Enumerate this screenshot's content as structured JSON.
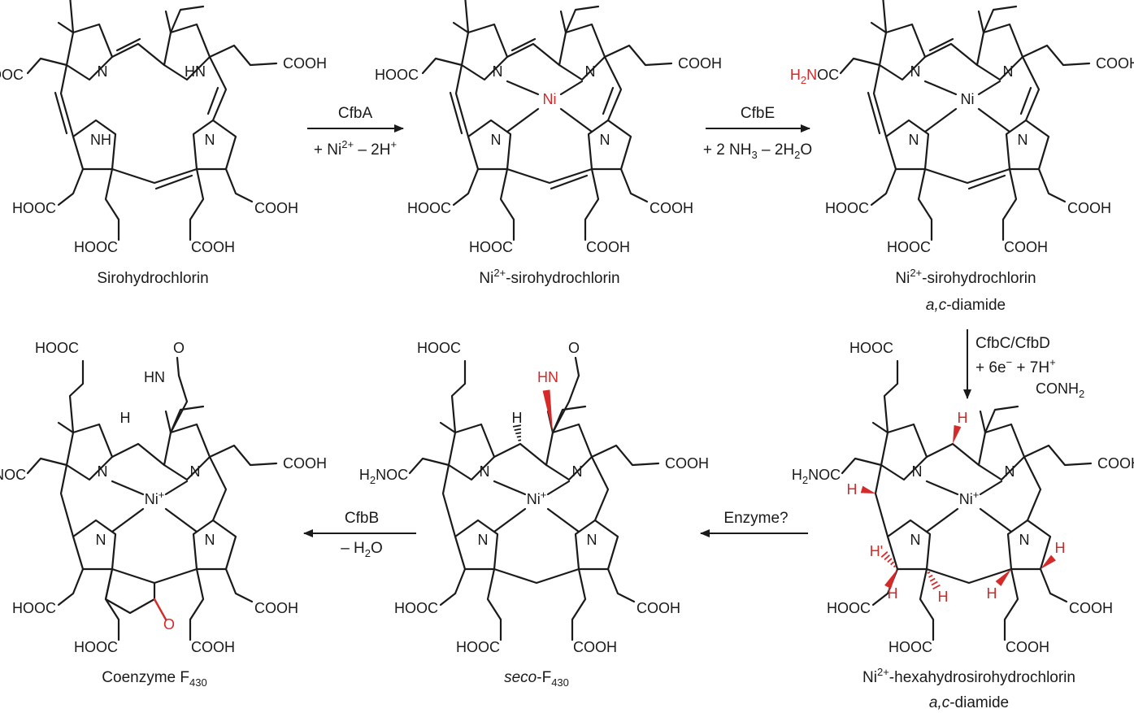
{
  "molecules": [
    {
      "name": "Sirohydrochlorin",
      "metal": "",
      "name_line2": ""
    },
    {
      "name_pre": "Ni",
      "name_sup": "2+",
      "name_post": "-sirohydrochlorin",
      "metal": "Ni",
      "name_line2": ""
    },
    {
      "name_pre": "Ni",
      "name_sup": "2+",
      "name_post": "-sirohydrochlorin",
      "metal": "Ni",
      "name_line2_italic": "a,c",
      "name_line2_post": "-diamide"
    },
    {
      "name_pre": "Ni",
      "name_sup": "2+",
      "name_post": "-hexahydrosirohydrochlorin",
      "metal_pre": "Ni",
      "metal_sup": "+",
      "name_line2_italic": "a,c",
      "name_line2_post": "-diamide"
    },
    {
      "name_italic": "seco",
      "name_pre": "-F",
      "name_sub": "430",
      "metal_pre": "Ni",
      "metal_sup": "+"
    },
    {
      "name_pre": "Coenzyme  F",
      "name_sub": "430",
      "metal_pre": "Ni",
      "metal_sup": "+"
    }
  ],
  "reactions": [
    {
      "enzyme": "CfbA",
      "cond_pre": "+ Ni",
      "cond_sup1": "2+",
      "cond_mid": " – 2H",
      "cond_sup2": "+"
    },
    {
      "enzyme": "CfbE",
      "cond_pre": "+ 2 NH",
      "cond_sub1": "3",
      "cond_mid": " – 2H",
      "cond_sub2": "2",
      "cond_post": "O"
    },
    {
      "enzyme": "CfbC/CfbD",
      "cond_pre": "+ 6e",
      "cond_sup1": "−",
      "cond_mid": " + 7H",
      "cond_sup2": "+"
    },
    {
      "enzyme": "Enzyme?"
    },
    {
      "enzyme": "CfbB",
      "cond_pre": "– H",
      "cond_sub1": "2",
      "cond_post": "O"
    }
  ],
  "groups": {
    "hooc": "HOOC",
    "cooh": "COOH",
    "conh2_pre": "CO",
    "conh2_red": "NH",
    "conh2_sub": "2",
    "h2noc_red": "H",
    "h2noc_sub": "2",
    "h2noc_redN": "N",
    "h2noc_post": "OC",
    "conh2_black_pre": "CONH",
    "h2noc_black_pre": "H",
    "h2noc_black_post": "NOC",
    "n": "N",
    "nh": "NH",
    "hn": "HN",
    "h": "H",
    "o": "O"
  },
  "colors": {
    "highlight": "#d42a2a",
    "ink": "#1a1a1a"
  }
}
